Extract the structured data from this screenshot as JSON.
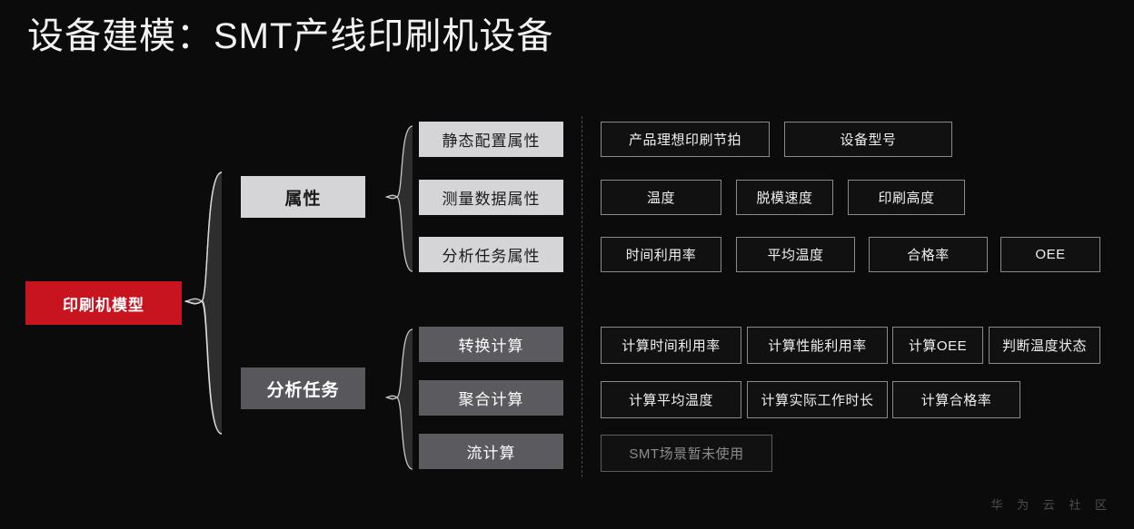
{
  "slide": {
    "title": "设备建模：SMT产线印刷机设备",
    "background_color": "#0b0b0b",
    "watermark": "华 为 云 社 区"
  },
  "diagram": {
    "root": {
      "label": "印刷机模型",
      "color": "#c8141e"
    },
    "branches": [
      {
        "label": "属性",
        "style": "light",
        "groups": [
          {
            "label": "静态配置属性",
            "style": "light",
            "items": [
              "产品理想印刷节拍",
              "设备型号"
            ]
          },
          {
            "label": "测量数据属性",
            "style": "light",
            "items": [
              "温度",
              "脱模速度",
              "印刷高度"
            ]
          },
          {
            "label": "分析任务属性",
            "style": "light",
            "items": [
              "时间利用率",
              "平均温度",
              "合格率",
              "OEE"
            ]
          }
        ]
      },
      {
        "label": "分析任务",
        "style": "gray",
        "groups": [
          {
            "label": "转换计算",
            "style": "gray",
            "items": [
              "计算时间利用率",
              "计算性能利用率",
              "计算OEE",
              "判断温度状态"
            ]
          },
          {
            "label": "聚合计算",
            "style": "gray",
            "items": [
              "计算平均温度",
              "计算实际工作时长",
              "计算合格率"
            ]
          },
          {
            "label": "流计算",
            "style": "gray",
            "items": [
              "SMT场景暂未使用"
            ]
          }
        ]
      }
    ]
  }
}
